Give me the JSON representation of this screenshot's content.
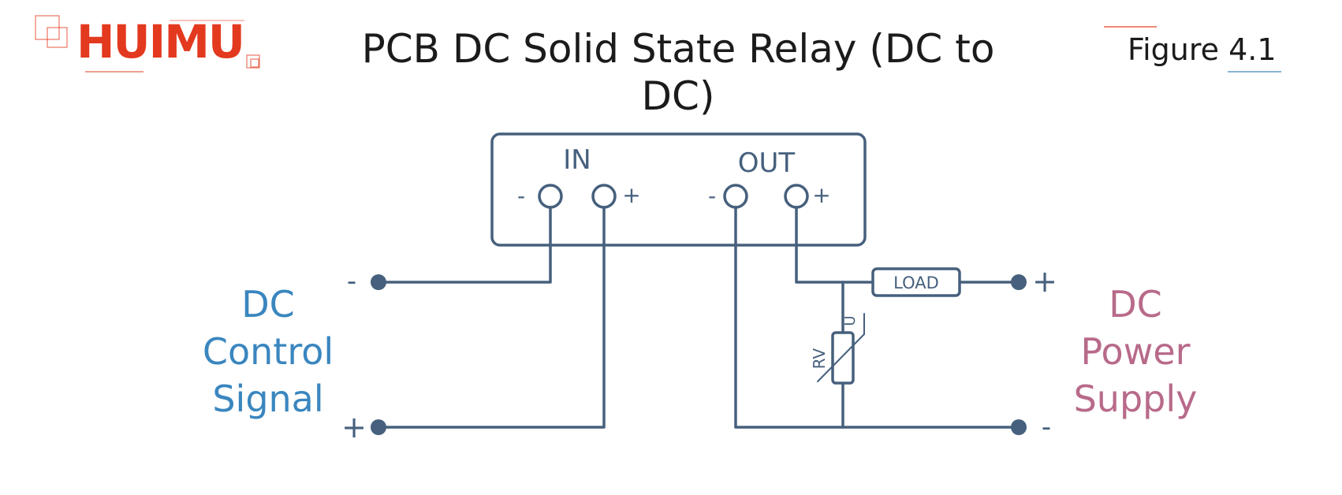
{
  "logo": {
    "text": "HUIMU",
    "color": "#e3391f"
  },
  "header": {
    "title": "PCB DC Solid State Relay (DC to DC)",
    "figure": "Figure 4.1"
  },
  "diagram": {
    "line_color": "#46607d",
    "in_label": "IN",
    "out_label": "OUT",
    "minus": "-",
    "plus": "+",
    "load_label": "LOAD",
    "rv_label": "RV",
    "u_label": "U"
  },
  "left_label": {
    "lines": [
      "DC",
      "Control",
      "Signal"
    ],
    "color": "#3a86bf"
  },
  "right_label": {
    "lines": [
      "DC",
      "Power",
      "Supply"
    ],
    "color": "#b86a8a"
  }
}
